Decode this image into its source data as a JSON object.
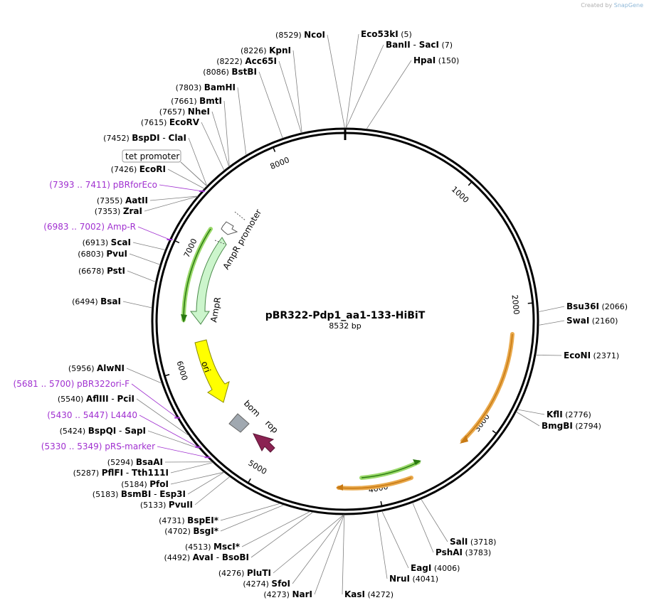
{
  "credit": {
    "prefix": "Created by",
    "brand": "SnapGene"
  },
  "map": {
    "name": "pBR322-Pdp1_aa1-133-HiBiT",
    "length_label": "8532 bp",
    "total_bp": 8532
  },
  "colors": {
    "enzyme": "#000000",
    "primer": "#a030d0",
    "backbone": "#000000",
    "leader": "#808080"
  },
  "ticks": [
    {
      "bp": 1000,
      "label": "1000"
    },
    {
      "bp": 2000,
      "label": "2000"
    },
    {
      "bp": 3000,
      "label": "3000"
    },
    {
      "bp": 4000,
      "label": "4000"
    },
    {
      "bp": 5000,
      "label": "5000"
    },
    {
      "bp": 6000,
      "label": "6000"
    },
    {
      "bp": 7000,
      "label": "7000"
    },
    {
      "bp": 8000,
      "label": "8000"
    }
  ],
  "enzymes_right": [
    {
      "name": "Eco53kI",
      "pos": "(5)",
      "bp": 5
    },
    {
      "name": "BanII",
      "sep": "-",
      "name2": "SacI",
      "pos": "(7)",
      "bp": 7
    },
    {
      "name": "HpaI",
      "pos": "(150)",
      "bp": 150
    },
    {
      "name": "Bsu36I",
      "pos": "(2066)",
      "bp": 2066
    },
    {
      "name": "SwaI",
      "pos": "(2160)",
      "bp": 2160
    },
    {
      "name": "EcoNI",
      "pos": "(2371)",
      "bp": 2371
    },
    {
      "name": "KflI",
      "pos": "(2776)",
      "bp": 2776
    },
    {
      "name": "BmgBI",
      "pos": "(2794)",
      "bp": 2794
    },
    {
      "name": "SalI",
      "pos": "(3718)",
      "bp": 3718
    },
    {
      "name": "PshAI",
      "pos": "(3783)",
      "bp": 3783
    },
    {
      "name": "EagI",
      "pos": "(4006)",
      "bp": 4006
    },
    {
      "name": "NruI",
      "pos": "(4041)",
      "bp": 4041
    },
    {
      "name": "KasI",
      "pos": "(4272)",
      "bp": 4272
    }
  ],
  "enzymes_left": [
    {
      "name": "NcoI",
      "pos": "(8529)",
      "bp": 8529
    },
    {
      "name": "KpnI",
      "pos": "(8226)",
      "bp": 8226
    },
    {
      "name": "Acc65I",
      "pos": "(8222)",
      "bp": 8222
    },
    {
      "name": "BstBI",
      "pos": "(8086)",
      "bp": 8086
    },
    {
      "name": "BamHI",
      "pos": "(7803)",
      "bp": 7803
    },
    {
      "name": "BmtI",
      "pos": "(7661)",
      "bp": 7661
    },
    {
      "name": "NheI",
      "pos": "(7657)",
      "bp": 7657
    },
    {
      "name": "EcoRV",
      "pos": "(7615)",
      "bp": 7615
    },
    {
      "name": "BspDI",
      "sep": "-",
      "name2": "ClaI",
      "pos": "(7452)",
      "bp": 7452
    },
    {
      "name": "EcoRI",
      "pos": "(7426)",
      "bp": 7426
    },
    {
      "name": "AatII",
      "pos": "(7355)",
      "bp": 7355
    },
    {
      "name": "ZraI",
      "pos": "(7353)",
      "bp": 7353
    },
    {
      "name": "ScaI",
      "pos": "(6913)",
      "bp": 6913
    },
    {
      "name": "PvuI",
      "pos": "(6803)",
      "bp": 6803
    },
    {
      "name": "PstI",
      "pos": "(6678)",
      "bp": 6678
    },
    {
      "name": "BsaI",
      "pos": "(6494)",
      "bp": 6494
    },
    {
      "name": "AlwNI",
      "pos": "(5956)",
      "bp": 5956
    },
    {
      "name": "AflIII",
      "sep": "-",
      "name2": "PciI",
      "pos": "(5540)",
      "bp": 5540
    },
    {
      "name": "BspQI",
      "sep": "-",
      "name2": "SapI",
      "pos": "(5424)",
      "bp": 5424
    },
    {
      "name": "BsaAI",
      "pos": "(5294)",
      "bp": 5294
    },
    {
      "name": "PflFI",
      "sep": "-",
      "name2": "Tth111I",
      "pos": "(5287)",
      "bp": 5287
    },
    {
      "name": "PfoI",
      "pos": "(5184)",
      "bp": 5184
    },
    {
      "name": "BsmBI",
      "sep": "-",
      "name2": "Esp3I",
      "pos": "(5183)",
      "bp": 5183
    },
    {
      "name": "PvuII",
      "pos": "(5133)",
      "bp": 5133
    },
    {
      "name": "BspEI",
      "star": "*",
      "pos": "(4731)",
      "bp": 4731
    },
    {
      "name": "BsgI",
      "star": "*",
      "pos": "(4702)",
      "bp": 4702
    },
    {
      "name": "MscI",
      "star": "*",
      "pos": "(4513)",
      "bp": 4513
    },
    {
      "name": "AvaI",
      "sep": "-",
      "name2": "BsoBI",
      "pos": "(4492)",
      "bp": 4492
    },
    {
      "name": "PluTI",
      "pos": "(4276)",
      "bp": 4276
    },
    {
      "name": "SfoI",
      "pos": "(4274)",
      "bp": 4274
    },
    {
      "name": "NarI",
      "pos": "(4273)",
      "bp": 4273
    }
  ],
  "primers": [
    {
      "name": "pBRforEco",
      "range": "(7393 .. 7411)",
      "bp": 7402
    },
    {
      "name": "Amp-R",
      "range": "(6983 .. 7002)",
      "bp": 6992
    },
    {
      "name": "pBR322ori-F",
      "range": "(5681 .. 5700)",
      "bp": 5690
    },
    {
      "name": "L4440",
      "range": "(5430 .. 5447)",
      "bp": 5438
    },
    {
      "name": "pRS-marker",
      "range": "(5330 .. 5349)",
      "bp": 5340
    }
  ],
  "features": [
    {
      "name": "tet promoter",
      "type": "boxed-label"
    },
    {
      "name": "AmpR promoter",
      "type": "promoter"
    },
    {
      "name": "AmpR",
      "type": "cds",
      "color": "#ccf5cc"
    },
    {
      "name": "ori",
      "type": "rep_origin",
      "color": "#ffff00"
    },
    {
      "name": "bom",
      "type": "misc",
      "color": "#a0a8b0"
    },
    {
      "name": "rop",
      "type": "cds",
      "color": "#8b2252"
    }
  ]
}
